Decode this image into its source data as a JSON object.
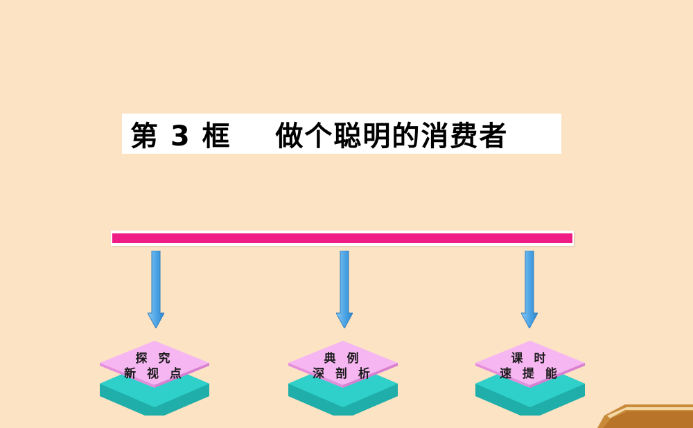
{
  "slide": {
    "title": "第 3 框    做个聪明的消费者",
    "nav_items": [
      {
        "line1": "探 究",
        "line2": "新 视 点"
      },
      {
        "line1": "典 例",
        "line2": "深 剖 析"
      },
      {
        "line1": "课 时",
        "line2": "速 提 能"
      }
    ]
  },
  "colors": {
    "background": "#fbe3c4",
    "bar": "#ee1c84",
    "arrow": "#5aaee8",
    "card_top": "#f6b6f2",
    "card_bottom": "#2bc7c2"
  },
  "icons": {
    "arrow": "down-arrow-icon",
    "card": "layered-diamond-icon"
  }
}
